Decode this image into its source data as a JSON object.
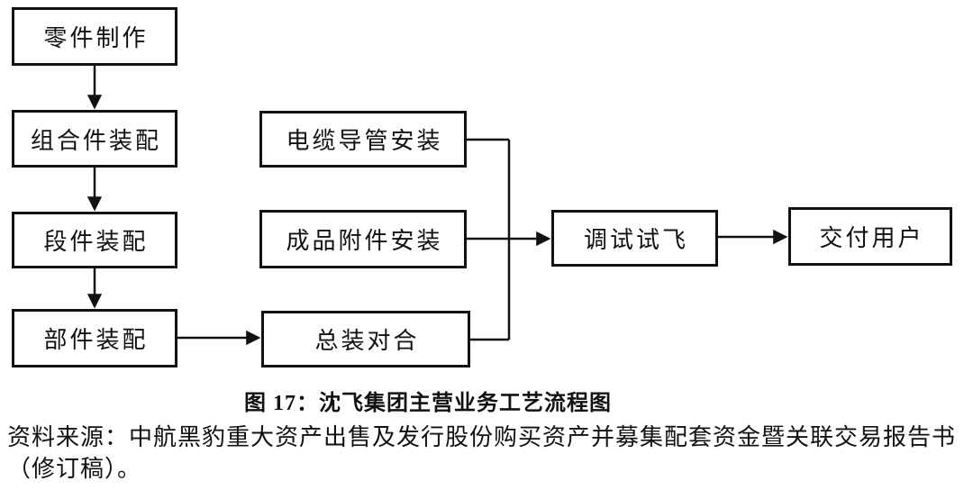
{
  "figure": {
    "caption": "图 17：沈飞集团主营业务工艺流程图",
    "source_line1": "资料来源：中航黑豹重大资产出售及发行股份购买资产并募集配套资金暨关联交易报告书",
    "source_line2": "（修订稿）。"
  },
  "colors": {
    "ink": "#111111",
    "background": "#ffffff"
  },
  "flowchart": {
    "nodes": [
      {
        "id": "parts",
        "label": "零件制作"
      },
      {
        "id": "subassembly",
        "label": "组合件装配"
      },
      {
        "id": "section",
        "label": "段件装配"
      },
      {
        "id": "component",
        "label": "部件装配"
      },
      {
        "id": "cable",
        "label": "电缆导管安装"
      },
      {
        "id": "accessory",
        "label": "成品附件安装"
      },
      {
        "id": "final-assembly",
        "label": "总装对合"
      },
      {
        "id": "test-flight",
        "label": "调试试飞"
      },
      {
        "id": "delivery",
        "label": "交付用户"
      }
    ],
    "edges": [
      {
        "from": "parts",
        "to": "subassembly",
        "arrow": true
      },
      {
        "from": "subassembly",
        "to": "section",
        "arrow": true
      },
      {
        "from": "section",
        "to": "component",
        "arrow": true
      },
      {
        "from": "component",
        "to": "final-assembly",
        "arrow": true
      },
      {
        "from": "cable",
        "to": "junction",
        "arrow": false
      },
      {
        "from": "accessory",
        "to": "test-flight",
        "arrow": true
      },
      {
        "from": "final-assembly",
        "to": "junction",
        "arrow": false
      },
      {
        "from": "test-flight",
        "to": "delivery",
        "arrow": true
      }
    ]
  }
}
